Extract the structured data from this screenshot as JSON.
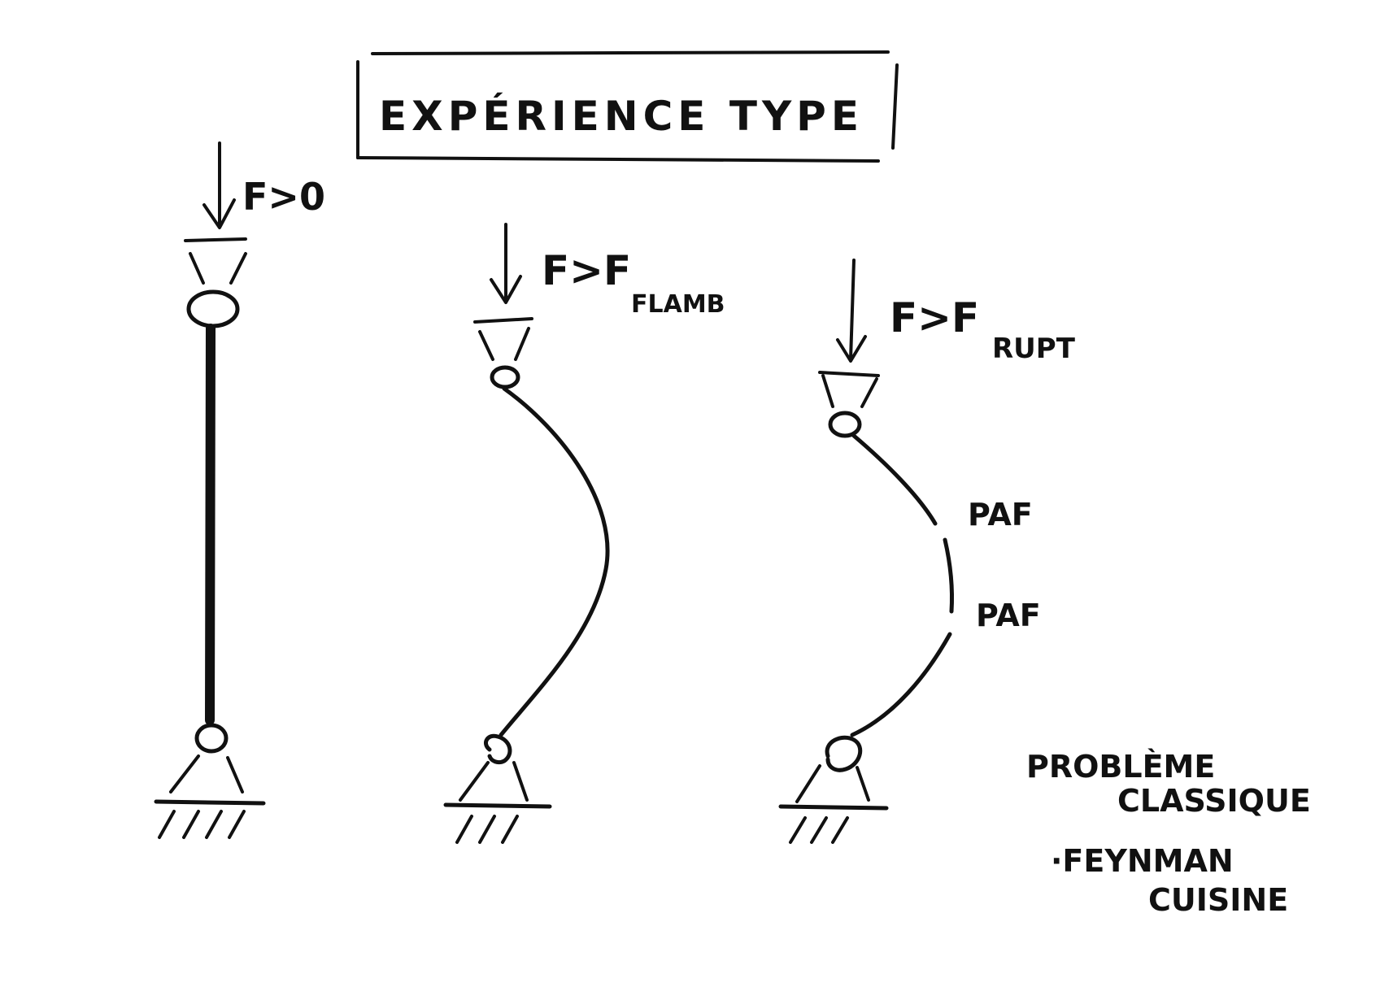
{
  "title": "EXPÉRIENCE TYPE",
  "cases": [
    {
      "force_main": "F>0",
      "force_sub": ""
    },
    {
      "force_main": "F>F",
      "force_sub": "FLAMB"
    },
    {
      "force_main": "F>F",
      "force_sub": "RUPT",
      "break_sounds": [
        "PAF",
        "PAF"
      ]
    }
  ],
  "notes": {
    "line1": "PROBLÈME",
    "line2": "CLASSIQUE",
    "line3": "·FEYNMAN",
    "line4": "CUISINE"
  },
  "colors": {
    "ink": "#111111",
    "paper": "#ffffff"
  }
}
